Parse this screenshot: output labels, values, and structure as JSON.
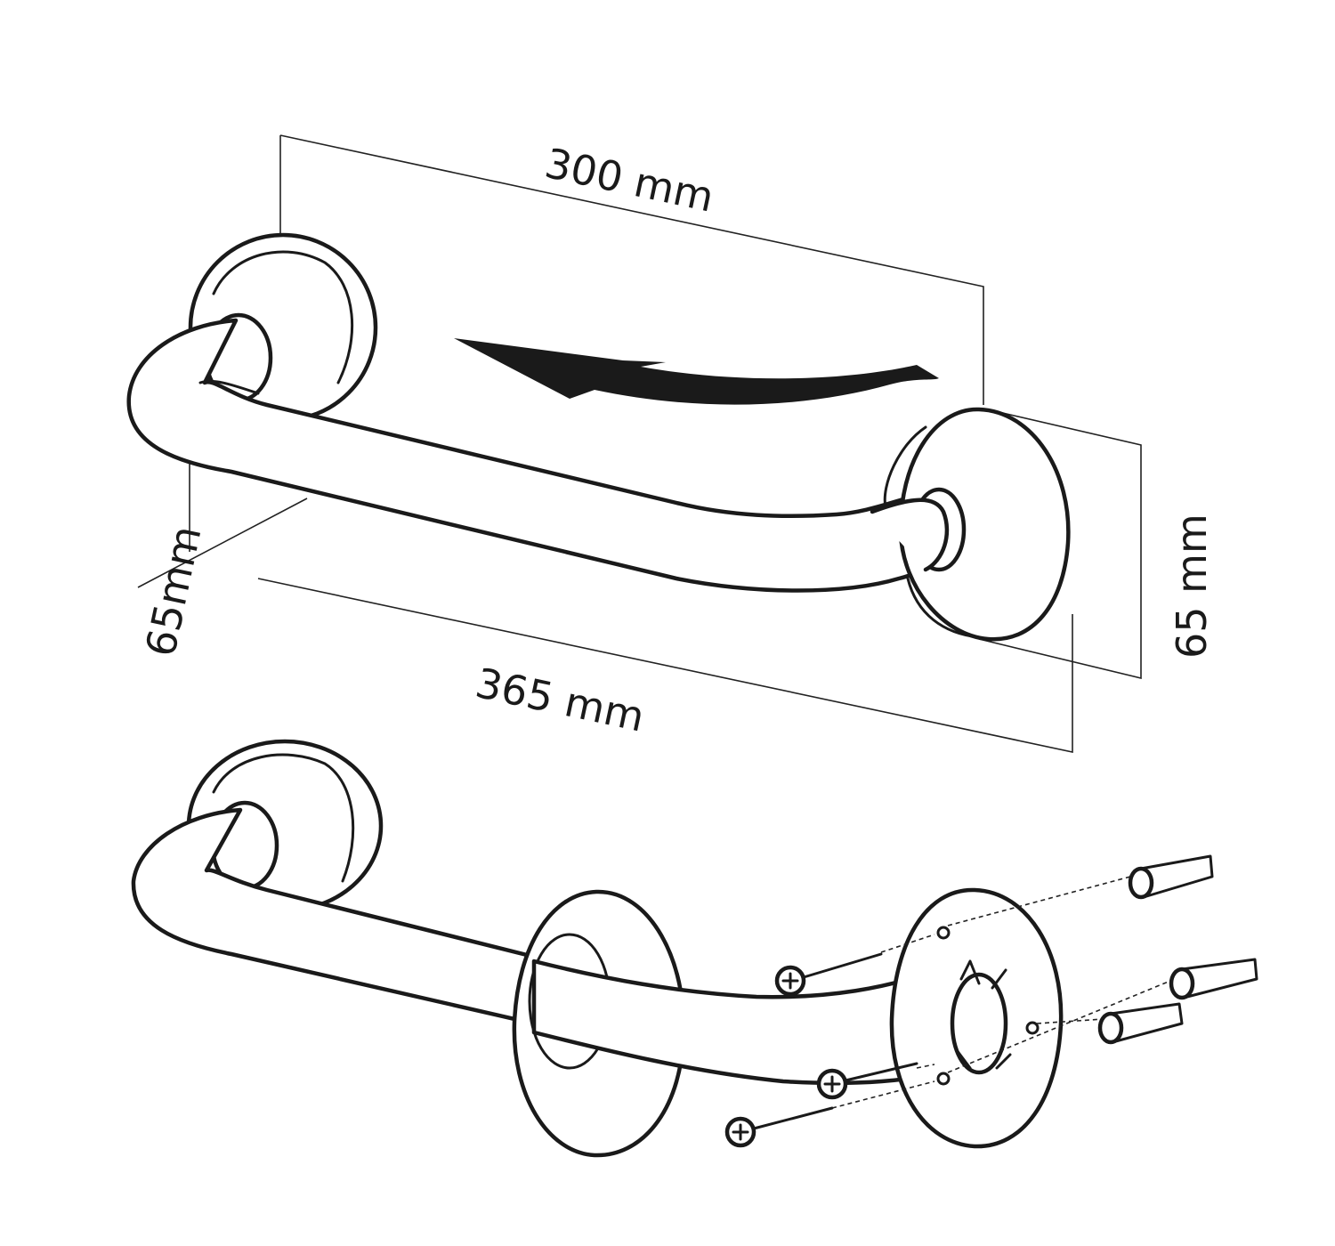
{
  "dimensions": {
    "length_between_centers": "300 mm",
    "projection": "65 mm",
    "depth": "65mm",
    "overall_length": "365 mm"
  },
  "colors": {
    "line": "#1a1a1a",
    "background": "#ffffff"
  }
}
